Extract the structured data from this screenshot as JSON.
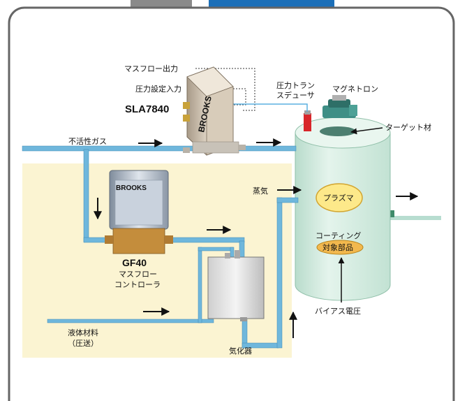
{
  "labels": {
    "massflow_output": "マスフロー出力",
    "pressure_setting_input": "圧力設定入力",
    "sla_model": "SLA7840",
    "inert_gas": "不活性ガス",
    "pressure_transducer_line1": "圧力トラン",
    "pressure_transducer_line2": "スデューサ",
    "magnetron": "マグネトロン",
    "target_material": "ターゲット材",
    "vapor": "蒸気",
    "plasma": "プラズマ",
    "coating": "コーティング",
    "target_parts": "対象部品",
    "bias_voltage": "バイアス電圧",
    "gf_model": "GF40",
    "gf_line2": "マスフロー",
    "gf_line3": "コントローラ",
    "liquid_material_line1": "液体材料",
    "liquid_material_line2": "（圧送）",
    "vaporizer": "気化器",
    "brand_sla": "BROOKS",
    "brand_gf": "BROOKS"
  },
  "colors": {
    "frame_border": "#666666",
    "tab_gray": "#8a8a8a",
    "tab_blue": "#1c6fb8",
    "yellow_area": "#fbf4d2",
    "pipe": "#6fb7dc",
    "pipe_edge": "#3e88b5",
    "chamber": "#d9efe4",
    "plasma": "#fde98a",
    "plasma_edge": "#d2a530",
    "parts": "#f2b84e",
    "transducer": "#d8262a",
    "magnetron": "#3f8f86",
    "exhaust_pipe": "#b7ddd0"
  }
}
